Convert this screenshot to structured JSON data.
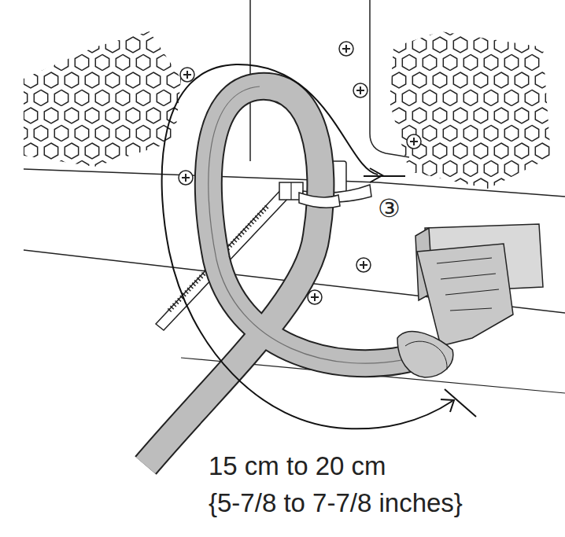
{
  "diagram": {
    "labels": [
      "③",
      "15 cm to 20 cm",
      "{5-7/8 to 7-7/8 inches}"
    ]
  }
}
